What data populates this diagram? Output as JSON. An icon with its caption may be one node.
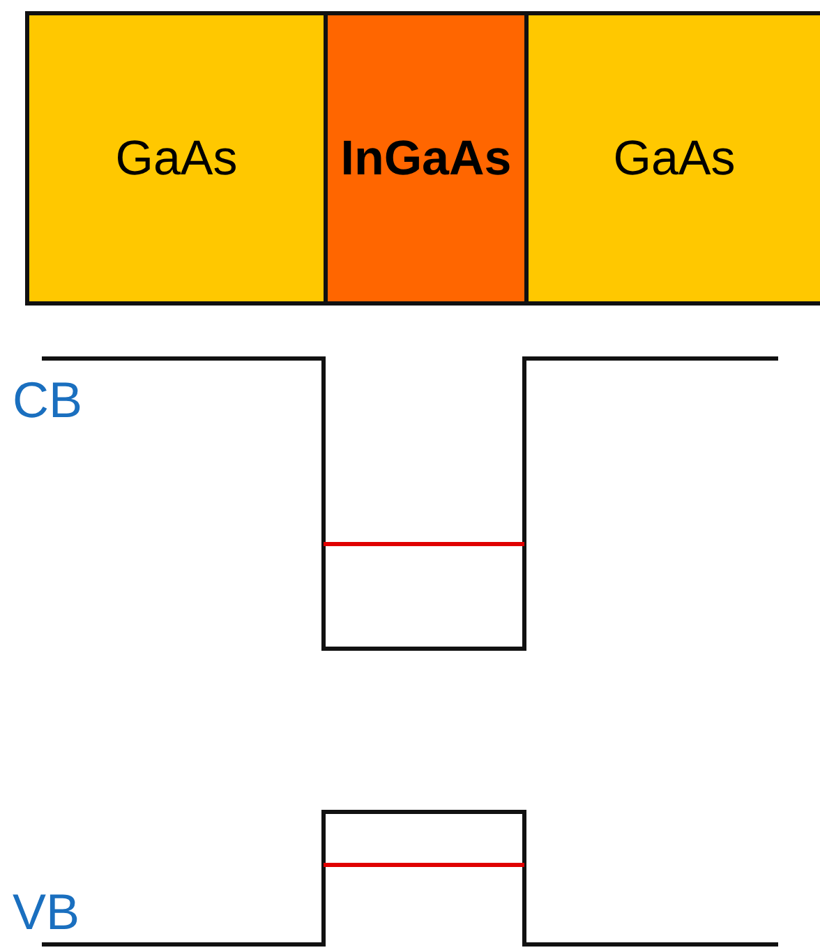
{
  "diagram": {
    "nodes": [
      {
        "text": [
          "GaAs"
        ]
      },
      {
        "text": [
          "InGaAs"
        ]
      },
      {
        "text": [
          "GaAs"
        ]
      }
    ],
    "labels": [
      "CB",
      "VB"
    ]
  }
}
